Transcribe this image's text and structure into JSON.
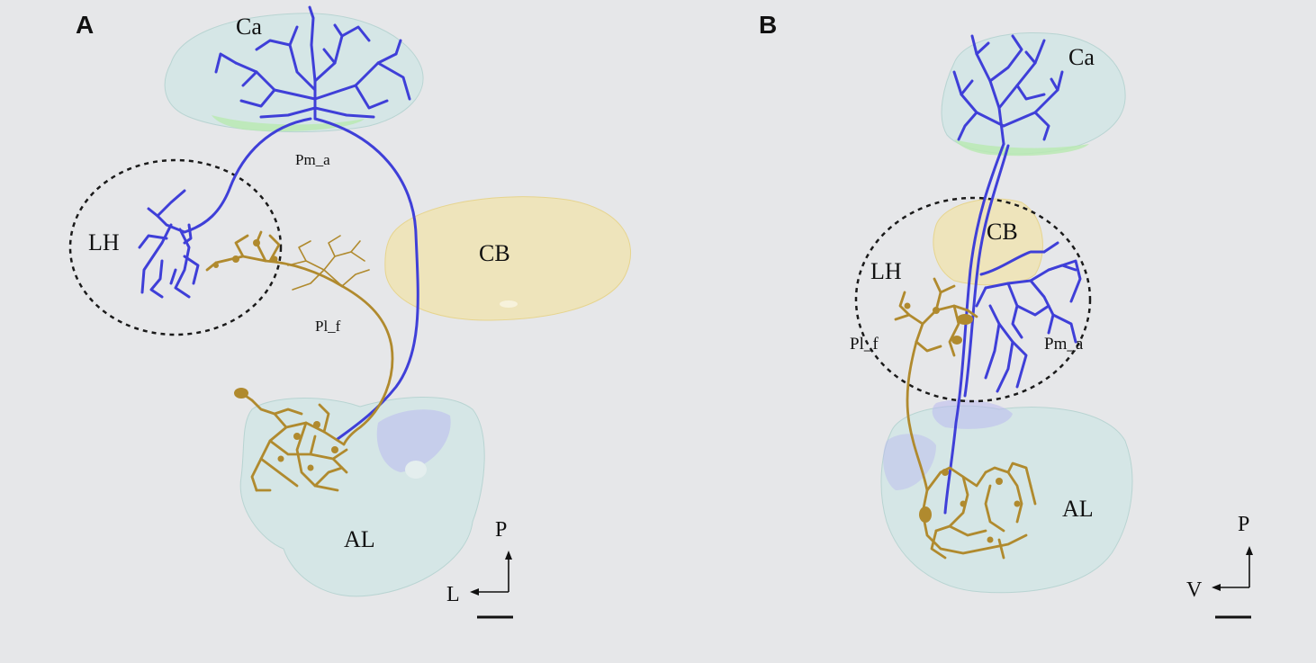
{
  "panel_a": {
    "letter": "A",
    "labels": {
      "ca": "Ca",
      "lh": "LH",
      "cb": "CB",
      "al": "AL",
      "pm_a": "Pm_a",
      "pl_f": "Pl_f"
    },
    "axis": {
      "vertical": "P",
      "horizontal": "L"
    }
  },
  "panel_b": {
    "letter": "B",
    "labels": {
      "ca": "Ca",
      "lh": "LH",
      "cb": "CB",
      "al": "AL",
      "pm_a": "Pm_a",
      "pl_f": "Pl_f"
    },
    "axis": {
      "vertical": "P",
      "horizontal": "V"
    }
  },
  "colors": {
    "background": "#e6e7e9",
    "neuron_blue": "#3f3fd8",
    "neuron_gold": "#b08a2e",
    "region_glass": "#cfe6e4",
    "region_cb": "#f1e2a6",
    "region_green": "#b8eab0",
    "region_violet": "#b9b9ef"
  }
}
